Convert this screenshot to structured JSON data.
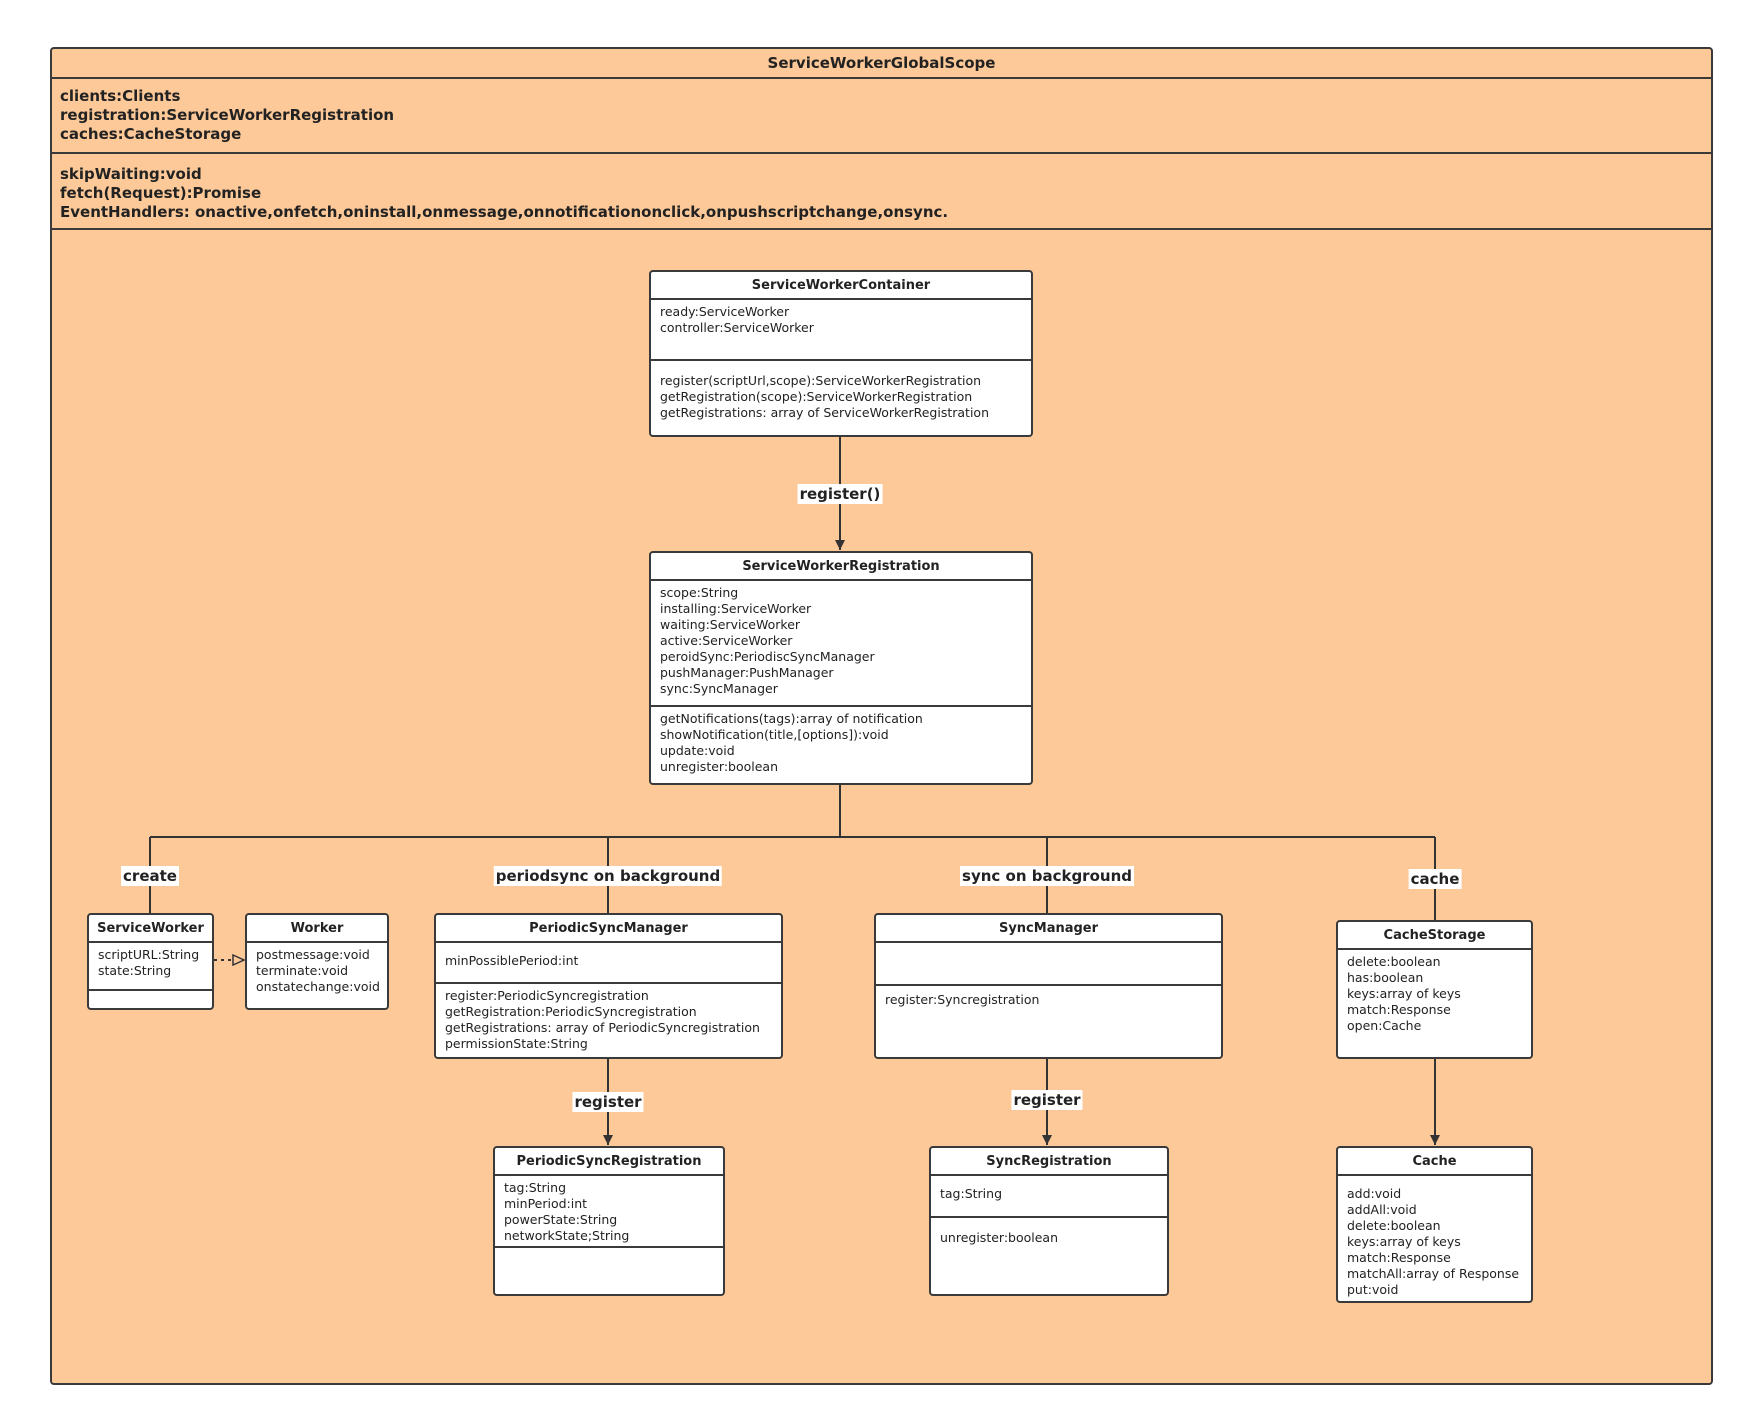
{
  "frame": {
    "title": "ServiceWorkerGlobalScope",
    "attributes": [
      "clients:Clients",
      "registration:ServiceWorkerRegistration",
      "caches:CacheStorage"
    ],
    "methods": [
      "skipWaiting:void",
      "fetch(Request):Promise",
      "EventHandlers: onactive,onfetch,oninstall,onmessage,onnotificationonclick,onpushscriptchange,onsync."
    ]
  },
  "classes": {
    "container": {
      "name": "ServiceWorkerContainer",
      "attributes": [
        "ready:ServiceWorker",
        "controller:ServiceWorker"
      ],
      "methods": [
        "register(scriptUrl,scope):ServiceWorkerRegistration",
        "getRegistration(scope):ServiceWorkerRegistration",
        "getRegistrations: array of ServiceWorkerRegistration"
      ]
    },
    "registration": {
      "name": "ServiceWorkerRegistration",
      "attributes": [
        "scope:String",
        "installing:ServiceWorker",
        "waiting:ServiceWorker",
        "active:ServiceWorker",
        "peroidSync:PeriodiscSyncManager",
        "pushManager:PushManager",
        "sync:SyncManager"
      ],
      "methods": [
        "getNotifications(tags):array of notification",
        "showNotification(title,[options]):void",
        "update:void",
        "unregister:boolean"
      ]
    },
    "service_worker": {
      "name": "ServiceWorker",
      "attributes": [
        "scriptURL:String",
        "state:String"
      ],
      "methods": []
    },
    "worker": {
      "name": "Worker",
      "attributes": [
        "postmessage:void",
        "terminate:void",
        "onstatechange:void"
      ]
    },
    "periodic_sync_manager": {
      "name": "PeriodicSyncManager",
      "attributes": [
        "minPossiblePeriod:int"
      ],
      "methods": [
        "register:PeriodicSyncregistration",
        "getRegistration:PeriodicSyncregistration",
        "getRegistrations: array of PeriodicSyncregistration",
        "permissionState:String"
      ]
    },
    "sync_manager": {
      "name": "SyncManager",
      "attributes": [],
      "methods": [
        "register:Syncregistration"
      ]
    },
    "cache_storage": {
      "name": "CacheStorage",
      "attributes": [
        "delete:boolean",
        "has:boolean",
        "keys:array of keys",
        "match:Response",
        "open:Cache"
      ]
    },
    "periodic_sync_registration": {
      "name": "PeriodicSyncRegistration",
      "attributes": [
        "tag:String",
        "minPeriod:int",
        "powerState:String",
        "networkState;String"
      ],
      "methods": []
    },
    "sync_registration": {
      "name": "SyncRegistration",
      "attributes": [
        "tag:String"
      ],
      "methods": [
        "unregister:boolean"
      ]
    },
    "cache": {
      "name": "Cache",
      "attributes": [
        "add:void",
        "addAll:void",
        "delete:boolean",
        "keys:array of keys",
        "match:Response",
        "matchAll:array of Response",
        "put:void"
      ]
    }
  },
  "labels": {
    "register_call": "register()",
    "create": "create",
    "periodsync": "periodsync on background",
    "sync": "sync on background",
    "cache": "cache",
    "register_periodic": "register",
    "register_sync": "register"
  }
}
